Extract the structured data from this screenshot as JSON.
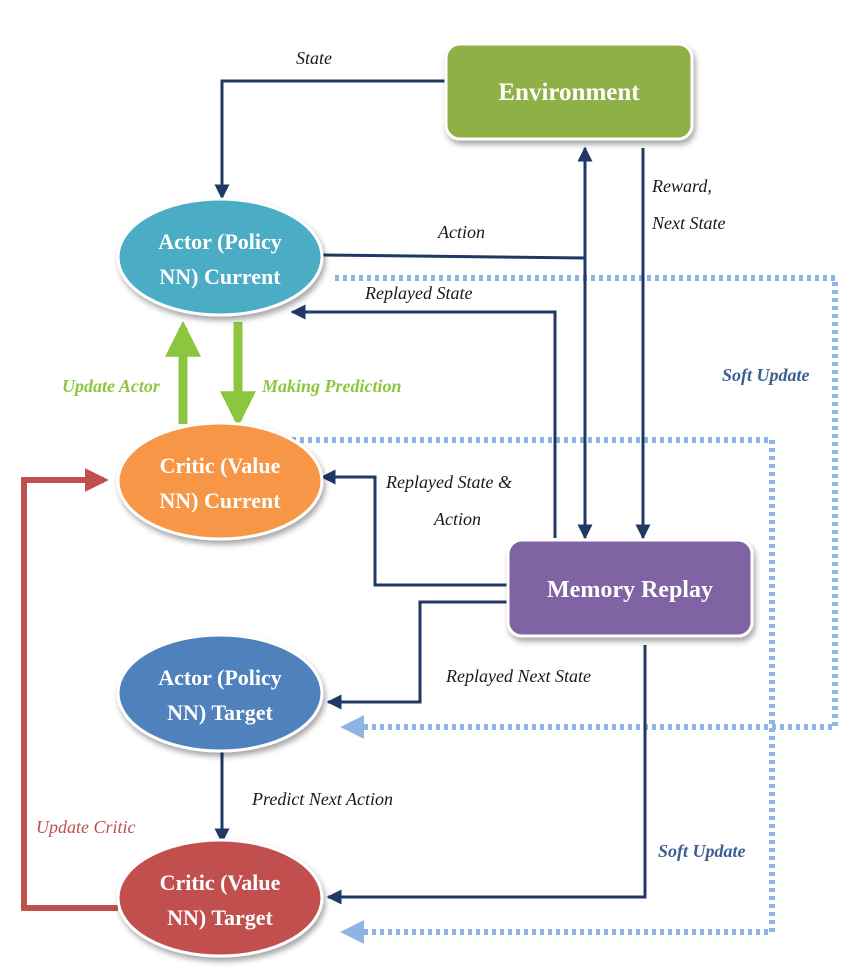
{
  "nodes": {
    "environment": {
      "label": "Environment",
      "color": "#8fb046"
    },
    "actor_current": {
      "line1": "Actor (Policy",
      "line2": "NN) Current",
      "color": "#4bacc6"
    },
    "critic_current": {
      "line1": "Critic (Value",
      "line2": "NN) Current",
      "color": "#f79646"
    },
    "memory_replay": {
      "label": "Memory Replay",
      "color": "#8064a2"
    },
    "actor_target": {
      "line1": "Actor (Policy",
      "line2": "NN) Target",
      "color": "#4f81bd"
    },
    "critic_target": {
      "line1": "Critic (Value",
      "line2": "NN) Target",
      "color": "#c0504d"
    }
  },
  "edges": {
    "state": "State",
    "action": "Action",
    "reward": "Reward,",
    "next_state": "Next State",
    "replayed_state": "Replayed State",
    "replayed_state_action_1": "Replayed State &",
    "replayed_state_action_2": "Action",
    "replayed_next_state": "Replayed Next State",
    "predict_next_action": "Predict Next Action",
    "soft_update_1": "Soft Update",
    "soft_update_2": "Soft Update",
    "update_actor": "Update Actor",
    "making_prediction": "Making Prediction",
    "update_critic": "Update Critic"
  },
  "colors": {
    "arrow_navy": "#1f3864",
    "dotted_blue": "#8eb4e3",
    "green_arrow": "#8cc63f",
    "red_arrow": "#c0504d"
  }
}
